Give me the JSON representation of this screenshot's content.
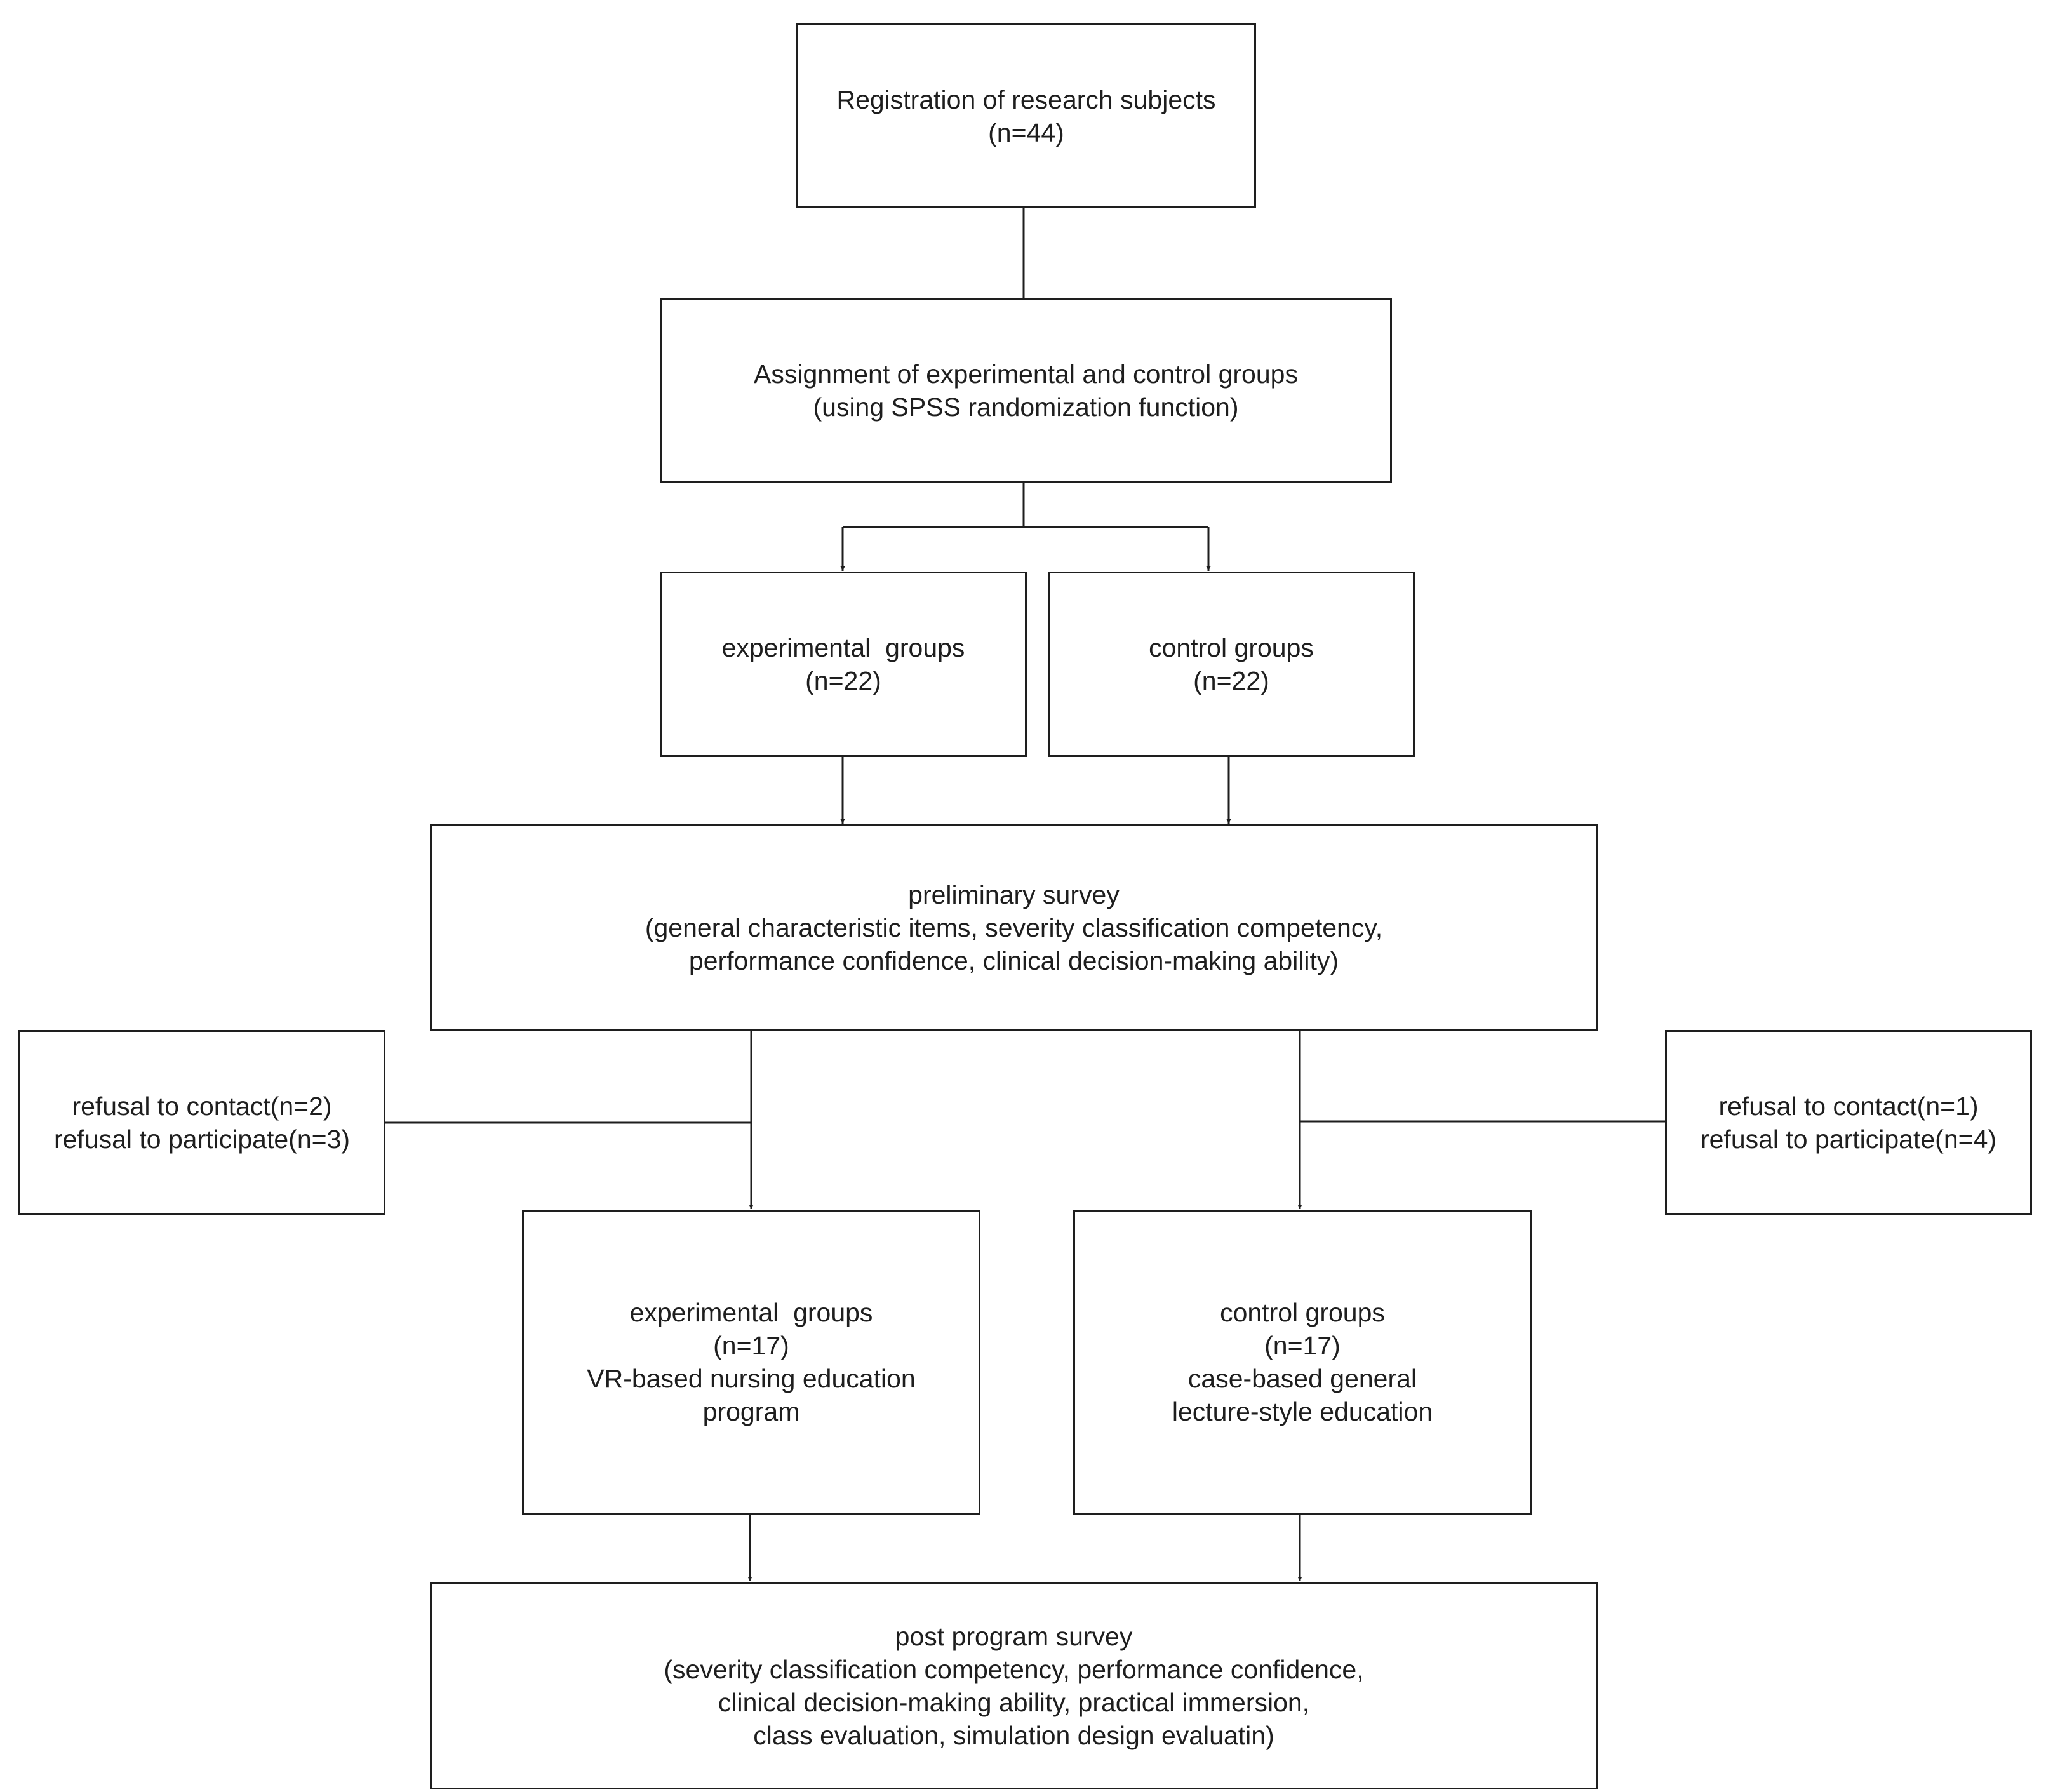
{
  "diagram": {
    "line_color": "#1e1e1e",
    "nodes": {
      "registration": {
        "lines": [
          "Registration of research subjects",
          "(n=44)"
        ]
      },
      "assignment": {
        "lines": [
          "Assignment of experimental and control groups",
          "(using SPSS randomization function)"
        ]
      },
      "exp_group_initial": {
        "lines": [
          "experimental  groups",
          "(n=22)"
        ]
      },
      "ctrl_group_initial": {
        "lines": [
          "control groups",
          "(n=22)"
        ]
      },
      "preliminary_survey": {
        "lines": [
          "preliminary survey",
          "(general characteristic items, severity classification competency,",
          "performance confidence, clinical decision-making ability)"
        ]
      },
      "exp_exclusions": {
        "lines": [
          "refusal to contact(n=2)",
          "refusal to participate(n=3)"
        ]
      },
      "ctrl_exclusions": {
        "lines": [
          "refusal to contact(n=1)",
          "refusal to participate(n=4)"
        ]
      },
      "exp_group_final": {
        "lines": [
          "experimental  groups",
          "(n=17)",
          "VR-based nursing education",
          "program"
        ]
      },
      "ctrl_group_final": {
        "lines": [
          "control groups",
          "(n=17)",
          "case-based general",
          "lecture-style education"
        ]
      },
      "post_survey": {
        "lines": [
          "post program survey",
          "(severity classification competency, performance confidence,",
          "clinical decision-making ability, practical immersion,",
          "class evaluation, simulation design evaluatin)"
        ]
      }
    }
  }
}
